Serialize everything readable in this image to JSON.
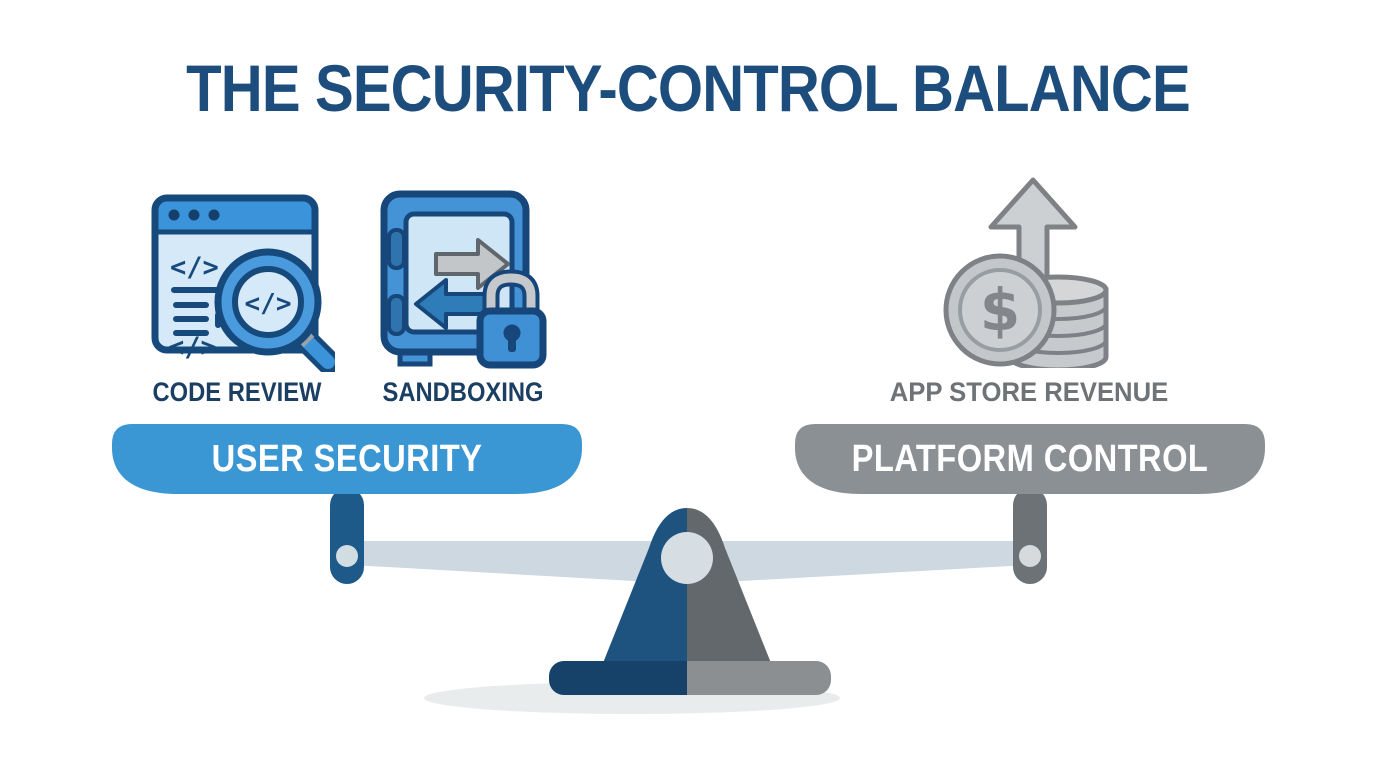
{
  "title": "THE SECURITY-CONTROL BALANCE",
  "diagram": {
    "type": "balance-scale",
    "left_side": {
      "items": [
        {
          "label": "CODE REVIEW",
          "icon": "code-review-magnifier-icon"
        },
        {
          "label": "SANDBOXING",
          "icon": "safe-padlock-icon"
        }
      ],
      "pan_label": "USER SECURITY",
      "pan_color": "#3b97d3"
    },
    "right_side": {
      "items": [
        {
          "label": "APP STORE REVENUE",
          "icon": "coins-up-arrow-icon"
        }
      ],
      "pan_label": "PLATFORM CONTROL",
      "pan_color": "#8b9094"
    },
    "colors": {
      "title_text": "#1d4d7c",
      "left_item_label": "#1b3f63",
      "right_item_label": "#6e7378",
      "pan_text": "#ffffff",
      "beam": "#cdd8e1",
      "fulcrum_left": "#1e5380",
      "fulcrum_right": "#63686c",
      "base_left": "#164169",
      "base_right": "#8b8f92",
      "icon_blue_outline": "#16467a",
      "icon_blue_fill": "#4493d6",
      "icon_gray_fill": "#c7cacc"
    }
  }
}
